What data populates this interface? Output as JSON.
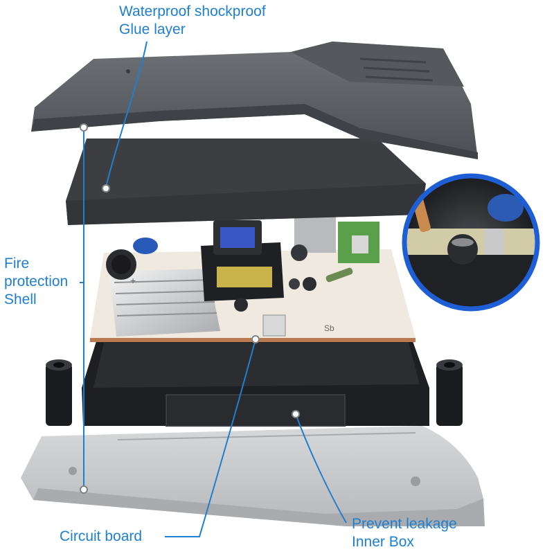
{
  "labels": {
    "glue_layer": {
      "line1": "Waterproof shockproof",
      "line2": "Glue layer"
    },
    "fire_shell": {
      "line1": "Fire",
      "line2": "protection",
      "line3": "Shell"
    },
    "circuit_board": {
      "line1": "Circuit board"
    },
    "inner_box": {
      "line1": "Prevent leakage",
      "line2": "Inner Box"
    }
  },
  "board_silkscreen": {
    "mark_1": "Sb",
    "mark_2": "+"
  },
  "colors": {
    "accent": "#1e7fd0",
    "top_shell": "#5e6166",
    "glue_layer": "#3d3f43",
    "pcb": "#efe9df",
    "inner_box": "#222326",
    "bottom_shell": "#c7c8cb",
    "zoom_ring": "#1f5fd6"
  }
}
